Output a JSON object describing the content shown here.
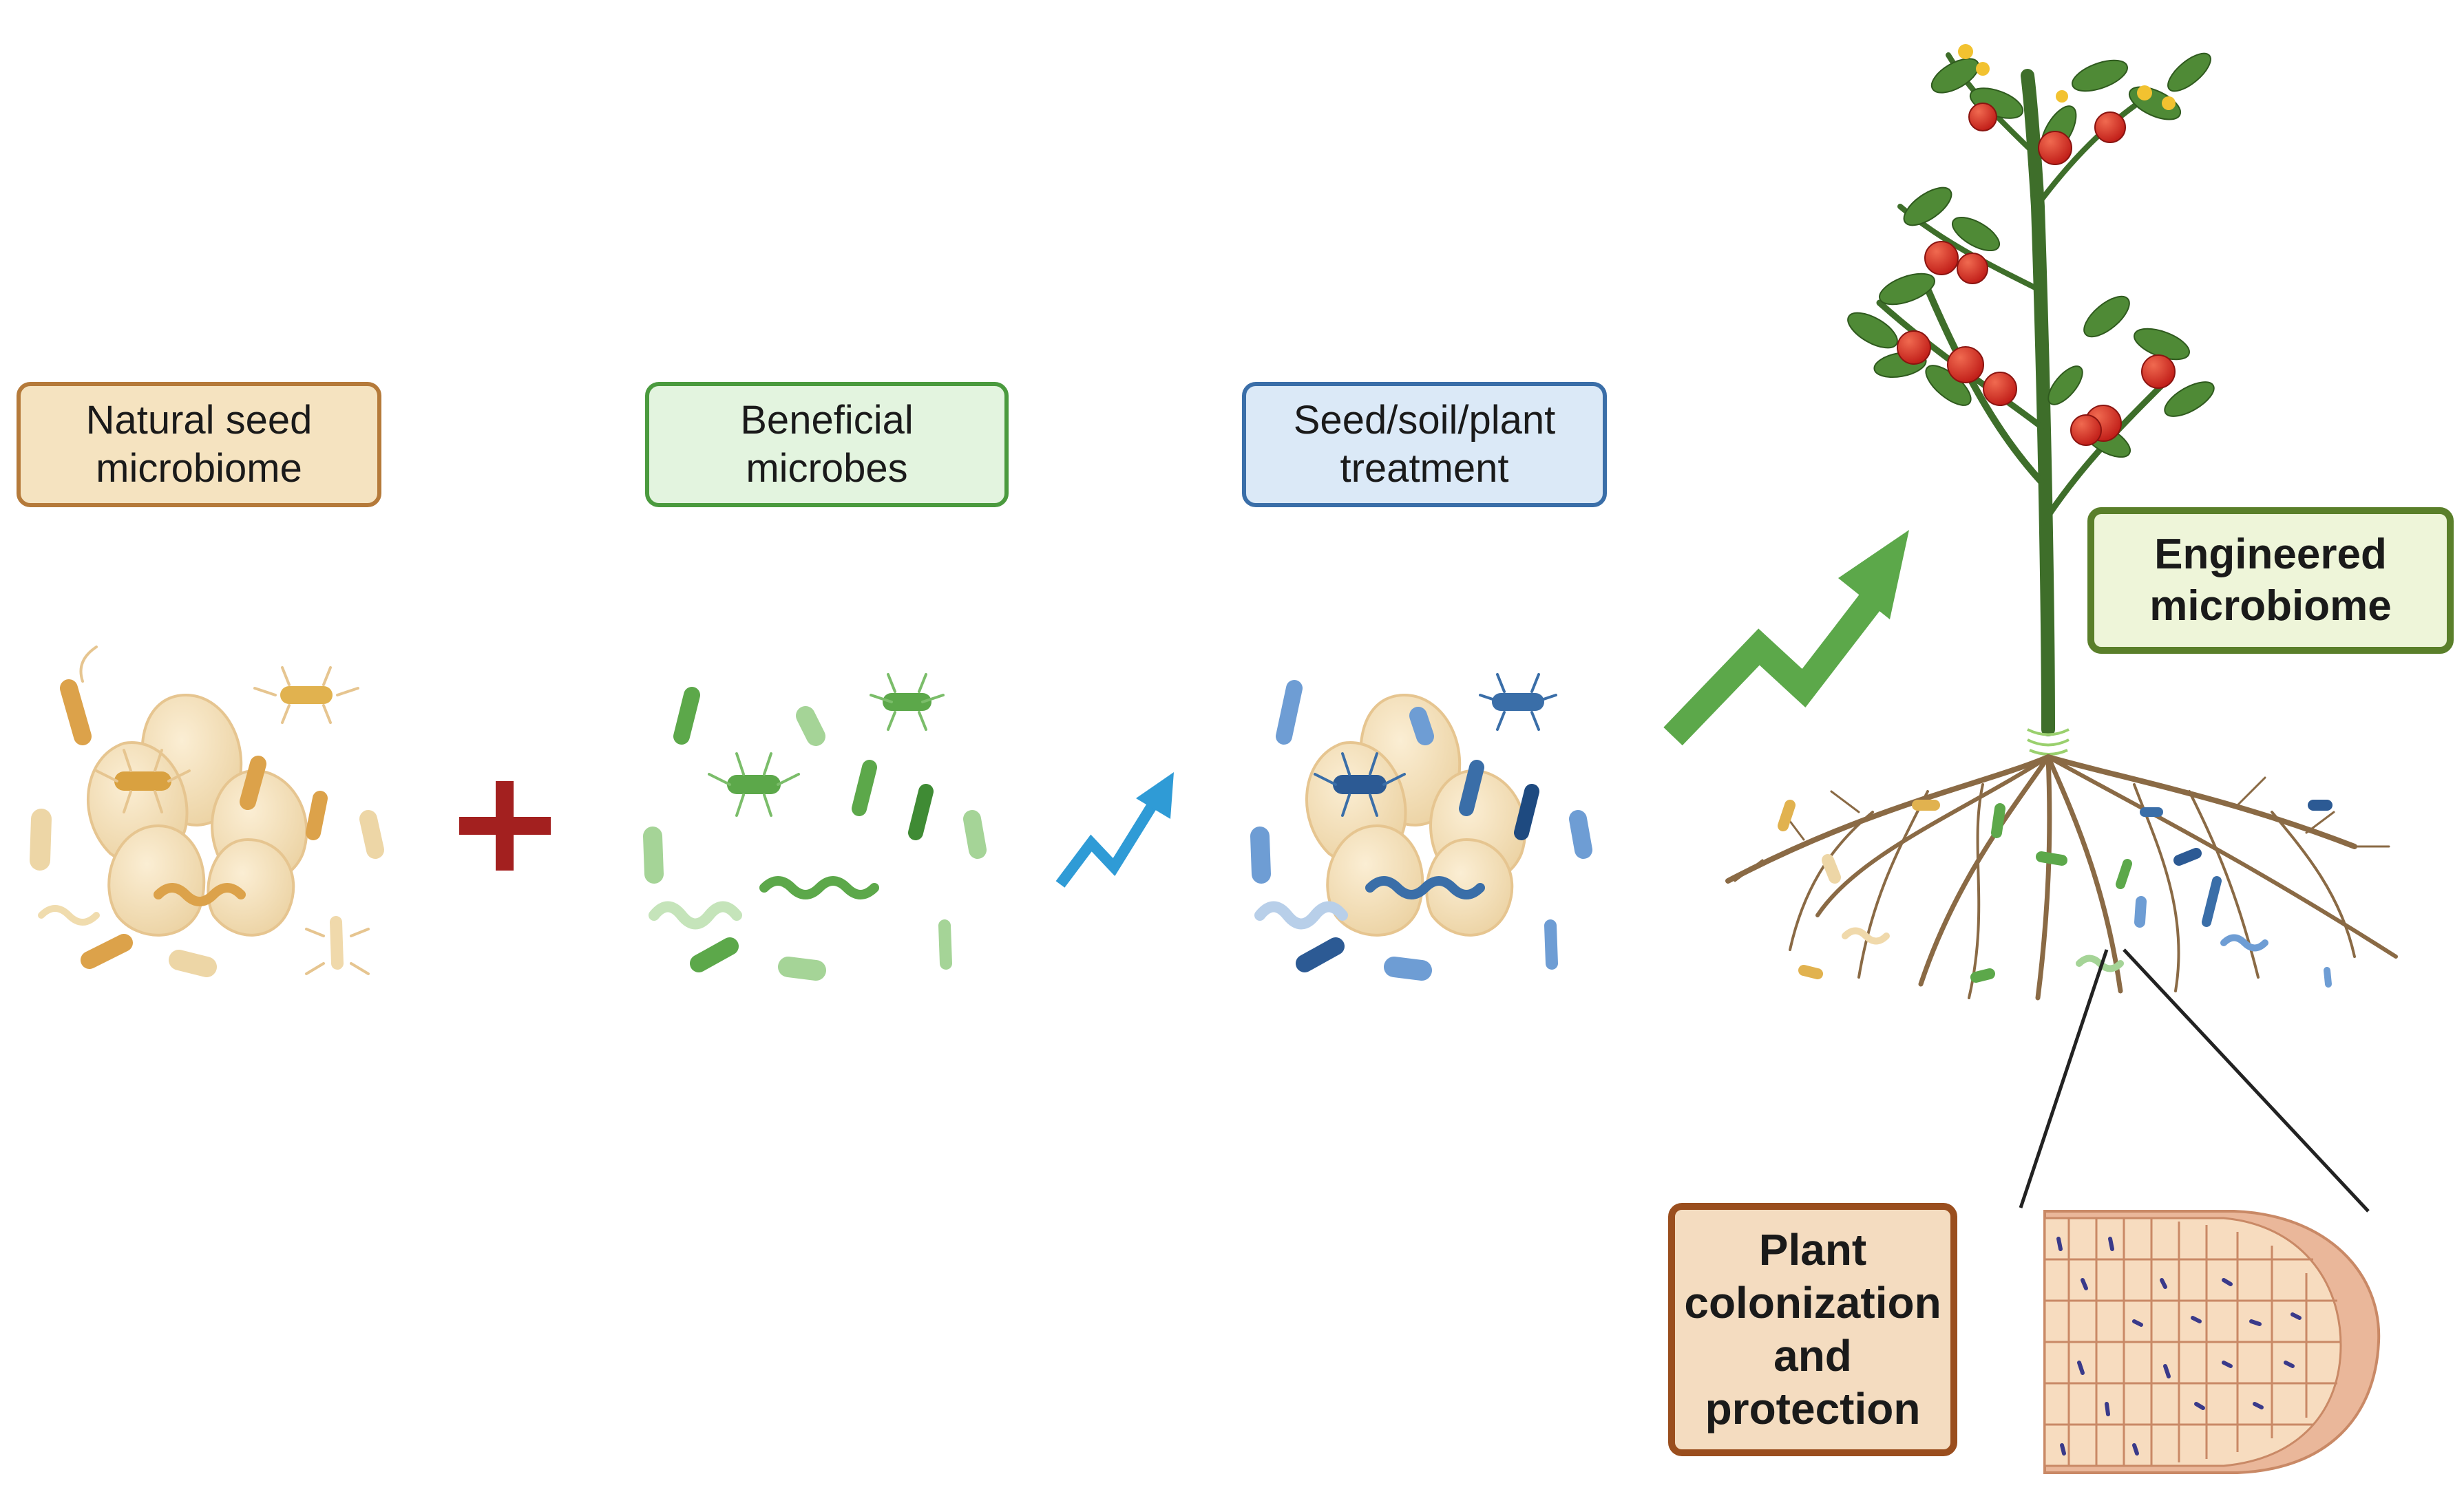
{
  "labels": {
    "natural_seed": [
      "Natural seed",
      "microbiome"
    ],
    "beneficial": [
      "Beneficial",
      "microbes"
    ],
    "treatment": [
      "Seed/soil/plant",
      "treatment"
    ],
    "engineered": [
      "Engineered",
      "microbiome"
    ],
    "colonization": [
      "Plant",
      "colonization",
      "and",
      "protection"
    ]
  },
  "colors": {
    "natural_fill": "#f5e3c0",
    "natural_border": "#b57a3a",
    "beneficial_fill": "#e3f4df",
    "beneficial_border": "#4a9a3e",
    "treatment_fill": "#dbe9f7",
    "treatment_border": "#3a6ea8",
    "engineered_fill": "#eef5d9",
    "engineered_border": "#5a7f2a",
    "colonization_fill": "#f4dcc0",
    "colonization_border": "#9a4e1e",
    "plus": "#a3201f",
    "small_arrow": "#2f9bd6",
    "big_arrow": "#5ca84a"
  }
}
